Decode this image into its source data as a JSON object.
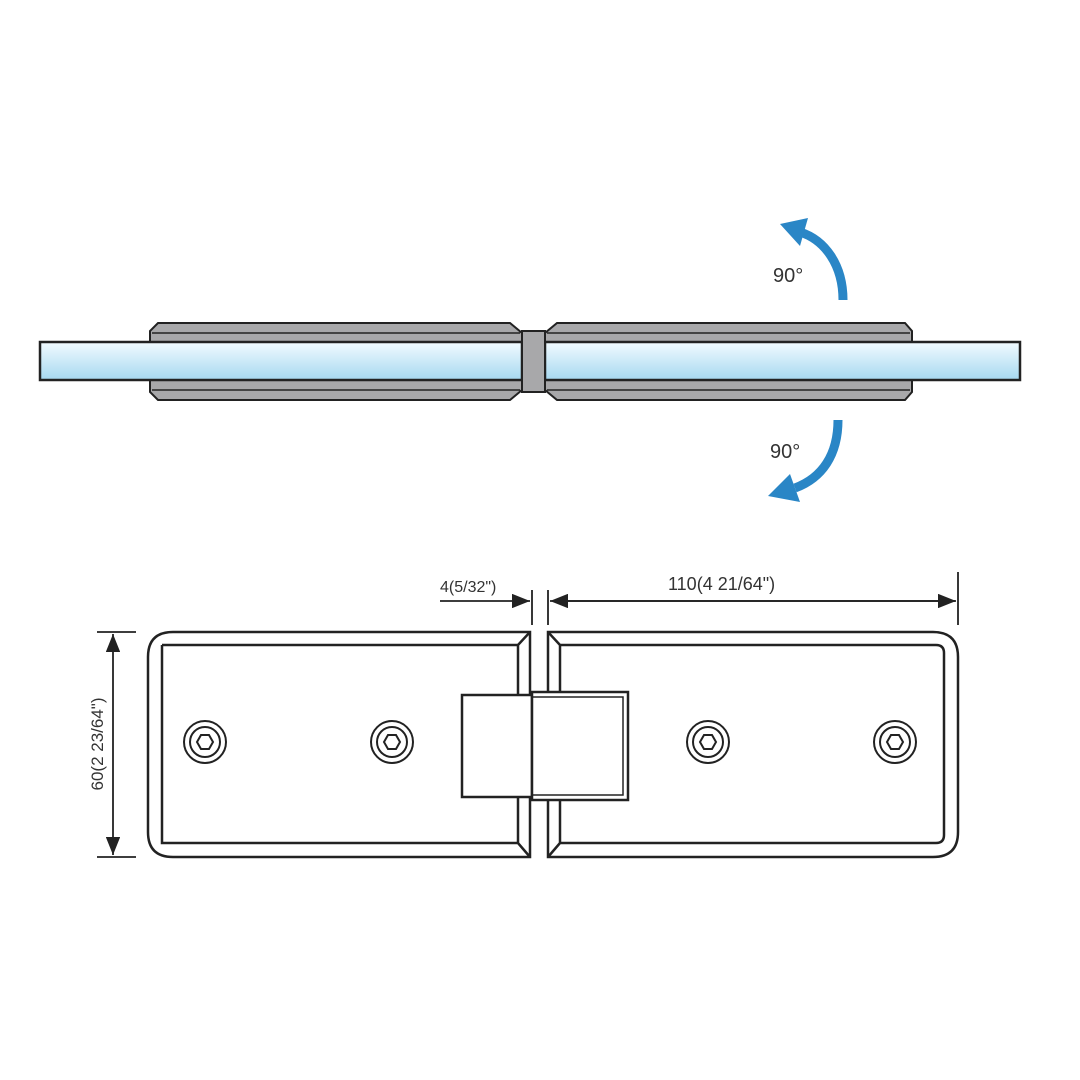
{
  "top_view": {
    "rotation_up_label": "90°",
    "rotation_down_label": "90°"
  },
  "front_view": {
    "gap_dimension": "4(5/32\")",
    "plate_length_dimension": "110(4 21/64\")",
    "plate_height_dimension": "60(2 23/64\")"
  },
  "colors": {
    "arrow": "#2a86c6",
    "glass_top": "#e8f6fc",
    "glass_bottom": "#a9d9f0",
    "metal": "#a8a8aa",
    "line": "#222222"
  }
}
